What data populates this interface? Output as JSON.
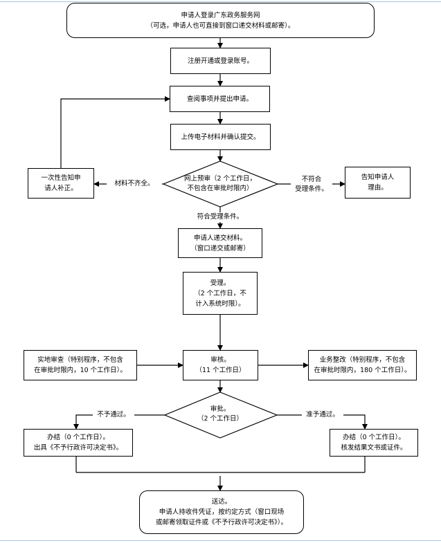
{
  "nodes": {
    "start": [
      "申请人登录广东政务服务网",
      "（可选，申请人也可直接到窗口递交材料或邮寄）。"
    ],
    "register": [
      "注册开通或登录账号。"
    ],
    "consult": [
      "查阅事项并提出申请。"
    ],
    "upload": [
      "上传电子材料并确认提交。"
    ],
    "notify_supplement": [
      "一次性告知申",
      "请人补正。"
    ],
    "prereview": [
      "网上预审（2 个工作日，",
      "不包含在审批时限内）"
    ],
    "notify_reason": [
      "告知申请人",
      "理由。"
    ],
    "submit_materials": [
      "申请人递交材料。",
      "（窗口递交或邮寄）"
    ],
    "accept": [
      "受理。",
      "（2 个工作日，不",
      "计入系统时限）。"
    ],
    "site_check": [
      "实地审查（特别程序，不包含",
      "在审批时限内，10 个工作日）。"
    ],
    "review": [
      "审核。",
      "（11 个工作日）"
    ],
    "rectify": [
      "业务整改（特别程序，不包含",
      "在审批时限内，180 个工作日）。"
    ],
    "approve": [
      "审批。",
      "（2 个工作日）"
    ],
    "conclude_reject": [
      "办结（0 个工作日）。",
      "出具《不予行政许可决定书》。"
    ],
    "conclude_approve": [
      "办结（0 个工作日）。",
      "核发结果文书或证件。"
    ],
    "deliver": [
      "送达。",
      "申请人持收件凭证，按约定方式（窗口现场",
      "或邮寄领取证件或《不予行政许可决定书》）。"
    ]
  },
  "edge_labels": {
    "incomplete": "材料不齐全。",
    "not_meet": [
      "不符合",
      "受理条件。"
    ],
    "meet": "符合受理条件。",
    "not_approved": "不予通过。",
    "approved": "准予通过。"
  }
}
